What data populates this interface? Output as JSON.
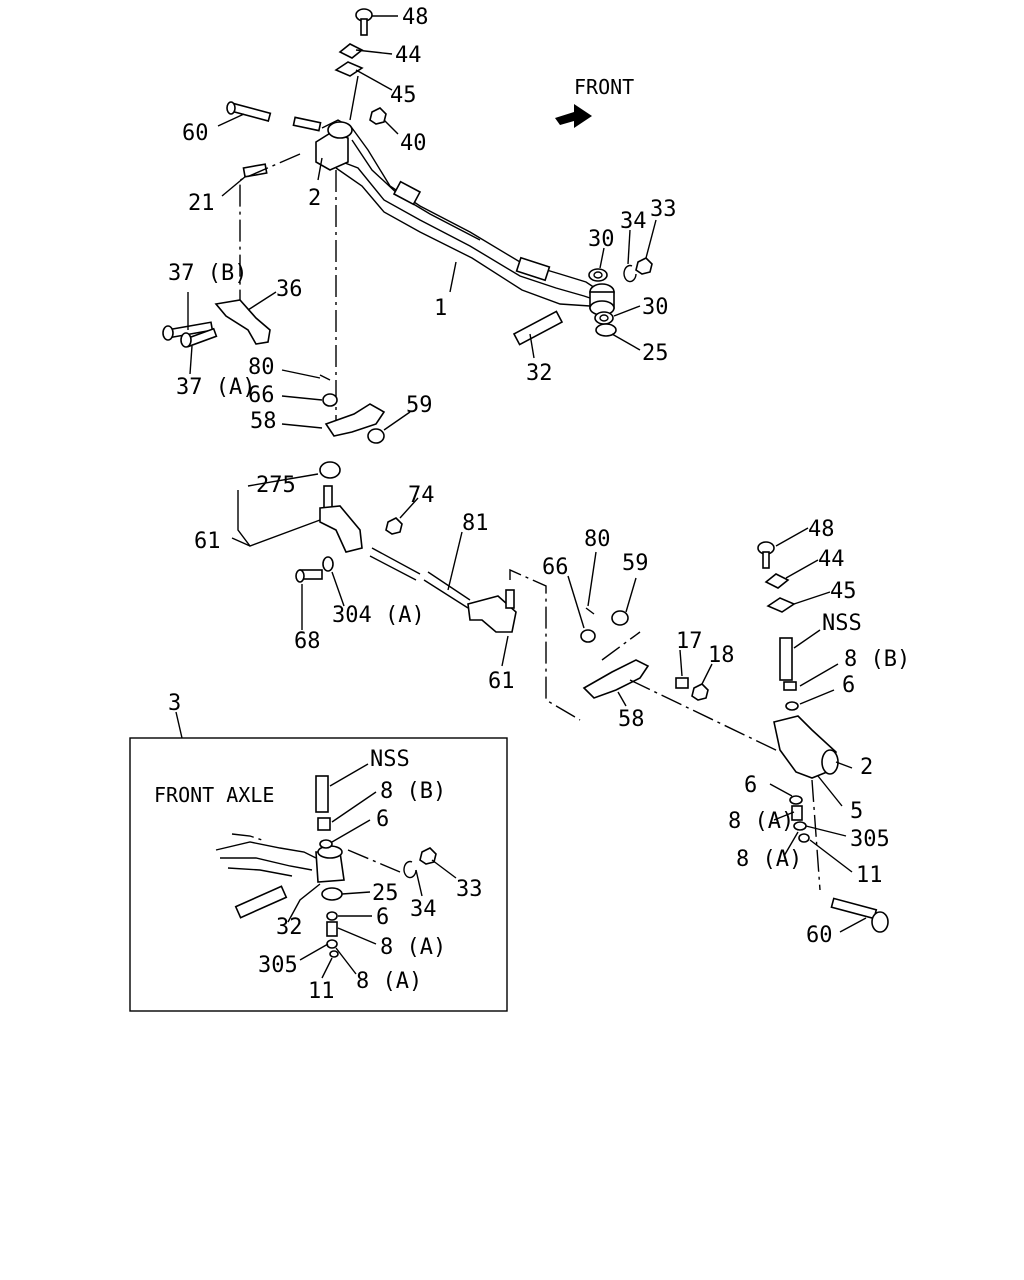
{
  "front_label": "FRONT",
  "inset": {
    "number": "3",
    "title": "FRONT AXLE"
  },
  "callouts": {
    "c48a": "48",
    "c44a": "44",
    "c45a": "45",
    "c40": "40",
    "c60a": "60",
    "c21": "21",
    "c2a": "2",
    "c37b": "37 (B)",
    "c36": "36",
    "c37a": "37 (A)",
    "c1": "1",
    "c30a": "30",
    "c34a": "34",
    "c33a": "33",
    "c30b": "30",
    "c25a": "25",
    "c32a": "32",
    "c80a": "80",
    "c66a": "66",
    "c58a": "58",
    "c59a": "59",
    "c275": "275",
    "c74": "74",
    "c61a": "61",
    "c81": "81",
    "c68": "68",
    "c304a": "304 (A)",
    "c61b": "61",
    "c66b": "66",
    "c80b": "80",
    "c59b": "59",
    "c58b": "58",
    "c17": "17",
    "c18": "18",
    "c48b": "48",
    "c44b": "44",
    "c45b": "45",
    "cnss1": "NSS",
    "c8b1": "8 (B)",
    "c6a": "6",
    "c2b": "2",
    "c6b": "6",
    "c5": "5",
    "c8a1": "8 (A)",
    "c305a": "305",
    "c8a2": "8 (A)",
    "c11a": "11",
    "c60b": "60",
    "cnss2": "NSS",
    "c8b2": "8 (B)",
    "c6c": "6",
    "c33b": "33",
    "c34b": "34",
    "c25b": "25",
    "c32b": "32",
    "c6d": "6",
    "c8a3": "8 (A)",
    "c305b": "305",
    "c11b": "11",
    "c8a4": "8 (A)"
  }
}
